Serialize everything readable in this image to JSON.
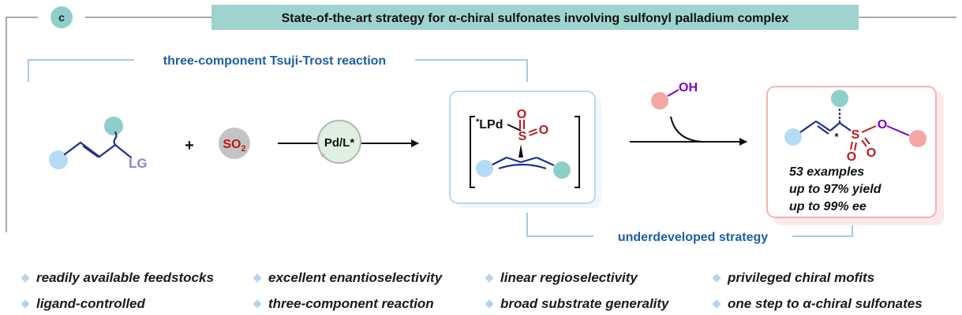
{
  "panel": {
    "letter": "c",
    "title": "State-of-the-art strategy for α-chiral sulfonates involving sulfonyl palladium complex"
  },
  "labels": {
    "reaction_name": "three-component Tsuji-Trost reaction",
    "strategy": "underdeveloped strategy"
  },
  "reactants": {
    "leaving_group": "LG",
    "plus": "+",
    "so2": "SO",
    "so2_subscript": "2",
    "catalyst": "Pd/L*"
  },
  "intermediate": {
    "ligand_pd": "LPd",
    "asterisk": "*",
    "sulfur": "S",
    "oxygen_1": "O",
    "oxygen_2": "O"
  },
  "reagent": {
    "hydroxyl": "OH"
  },
  "product": {
    "stereo_mark": "*",
    "sulfur": "S",
    "oxygen_top": "O",
    "oxygen_bottom": "O",
    "oxygen_ester": "O",
    "examples": "53 examples",
    "yield": "up to 97% yield",
    "ee": "up to 99% ee"
  },
  "features": [
    "readily available feedstocks",
    "excellent enantioselectivity",
    "linear regioselectivity",
    "privileged chiral mofits",
    "ligand-controlled",
    "three-component reaction",
    "broad substrate generality",
    "one step to α-chiral sulfonates"
  ],
  "colors": {
    "teal": "#8fcfc9",
    "blue_sphere": "#b5dcf5",
    "salmon": "#f4a6a2",
    "dark_blue_bond": "#1f2f8f",
    "sulfur_red": "#c0161b",
    "purple": "#7a00c8",
    "label_blue": "#1d5fa8",
    "lg_lavender": "#8a86cc",
    "frame_gray": "#a9a9a9"
  }
}
